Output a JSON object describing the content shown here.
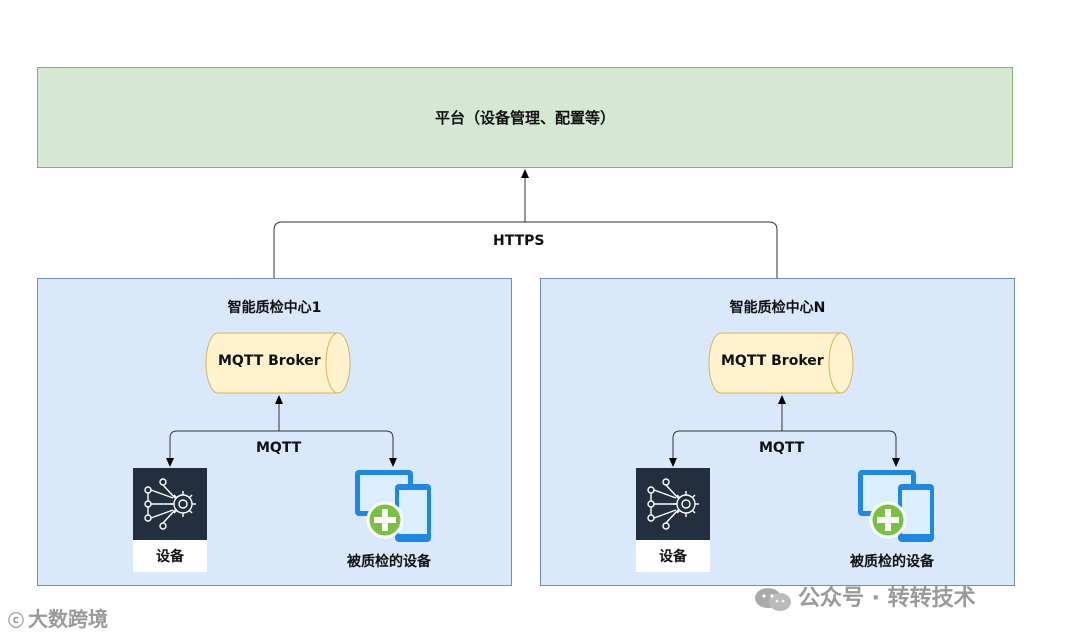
{
  "platform": {
    "label": "平台（设备管理、配置等）"
  },
  "link": {
    "label": "HTTPS"
  },
  "centers": [
    {
      "title": "智能质检中心1",
      "broker": "MQTT Broker",
      "protocol": "MQTT",
      "device": {
        "label": "设备",
        "icon": "ai-gear-icon"
      },
      "tested_device": {
        "label": "被质检的设备",
        "icon": "devices-plus-icon"
      }
    },
    {
      "title": "智能质检中心N",
      "broker": "MQTT Broker",
      "protocol": "MQTT",
      "device": {
        "label": "设备",
        "icon": "ai-gear-icon"
      },
      "tested_device": {
        "label": "被质检的设备",
        "icon": "devices-plus-icon"
      }
    }
  ],
  "watermarks": {
    "left": "大数跨境",
    "right": "公众号 · 转转技术"
  },
  "colors": {
    "platform_fill": "#d5e8d4",
    "platform_stroke": "#82b366",
    "center_fill": "#dae8fc",
    "center_stroke": "#6c8ebf",
    "broker_fill": "#fff2cc",
    "broker_stroke": "#d6b656",
    "device_dark": "#232f3e",
    "plus_green": "#7ac143",
    "screen_blue": "#1e88e5"
  }
}
